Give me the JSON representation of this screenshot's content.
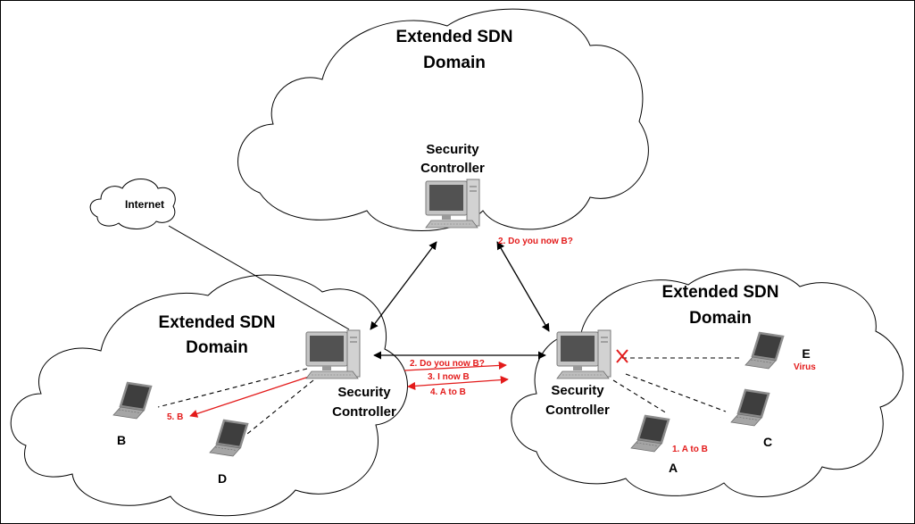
{
  "colors": {
    "message_red": "#e31b1b",
    "line_black": "#000000",
    "monitor_frame": "#b9b9b9",
    "monitor_screen": "#4a4a4a",
    "laptop_body": "#8c8c8c"
  },
  "domains": {
    "top": {
      "line1": "Extended SDN",
      "line2": "Domain"
    },
    "left": {
      "line1": "Extended SDN",
      "line2": "Domain"
    },
    "right": {
      "line1": "Extended SDN",
      "line2": "Domain"
    }
  },
  "internet": {
    "label": "Internet"
  },
  "controllers": {
    "top": {
      "line1": "Security",
      "line2": "Controller"
    },
    "left": {
      "line1": "Security",
      "line2": "Controller"
    },
    "right": {
      "line1": "Security",
      "line2": "Controller"
    }
  },
  "hosts": {
    "a": "A",
    "b": "B",
    "c": "C",
    "d": "D",
    "e": "E"
  },
  "host_notes": {
    "e_virus": "Virus"
  },
  "messages": {
    "top_right": "2. Do you now B?",
    "left_right_query": "2. Do you now B?",
    "left_right_reply": "3. I now B",
    "left_right_a_to_b": "4. A to B",
    "host_a_request": "1. A to B",
    "deliver_b": "5. B"
  },
  "icons": {
    "blocked_mark": "x-mark-icon"
  }
}
